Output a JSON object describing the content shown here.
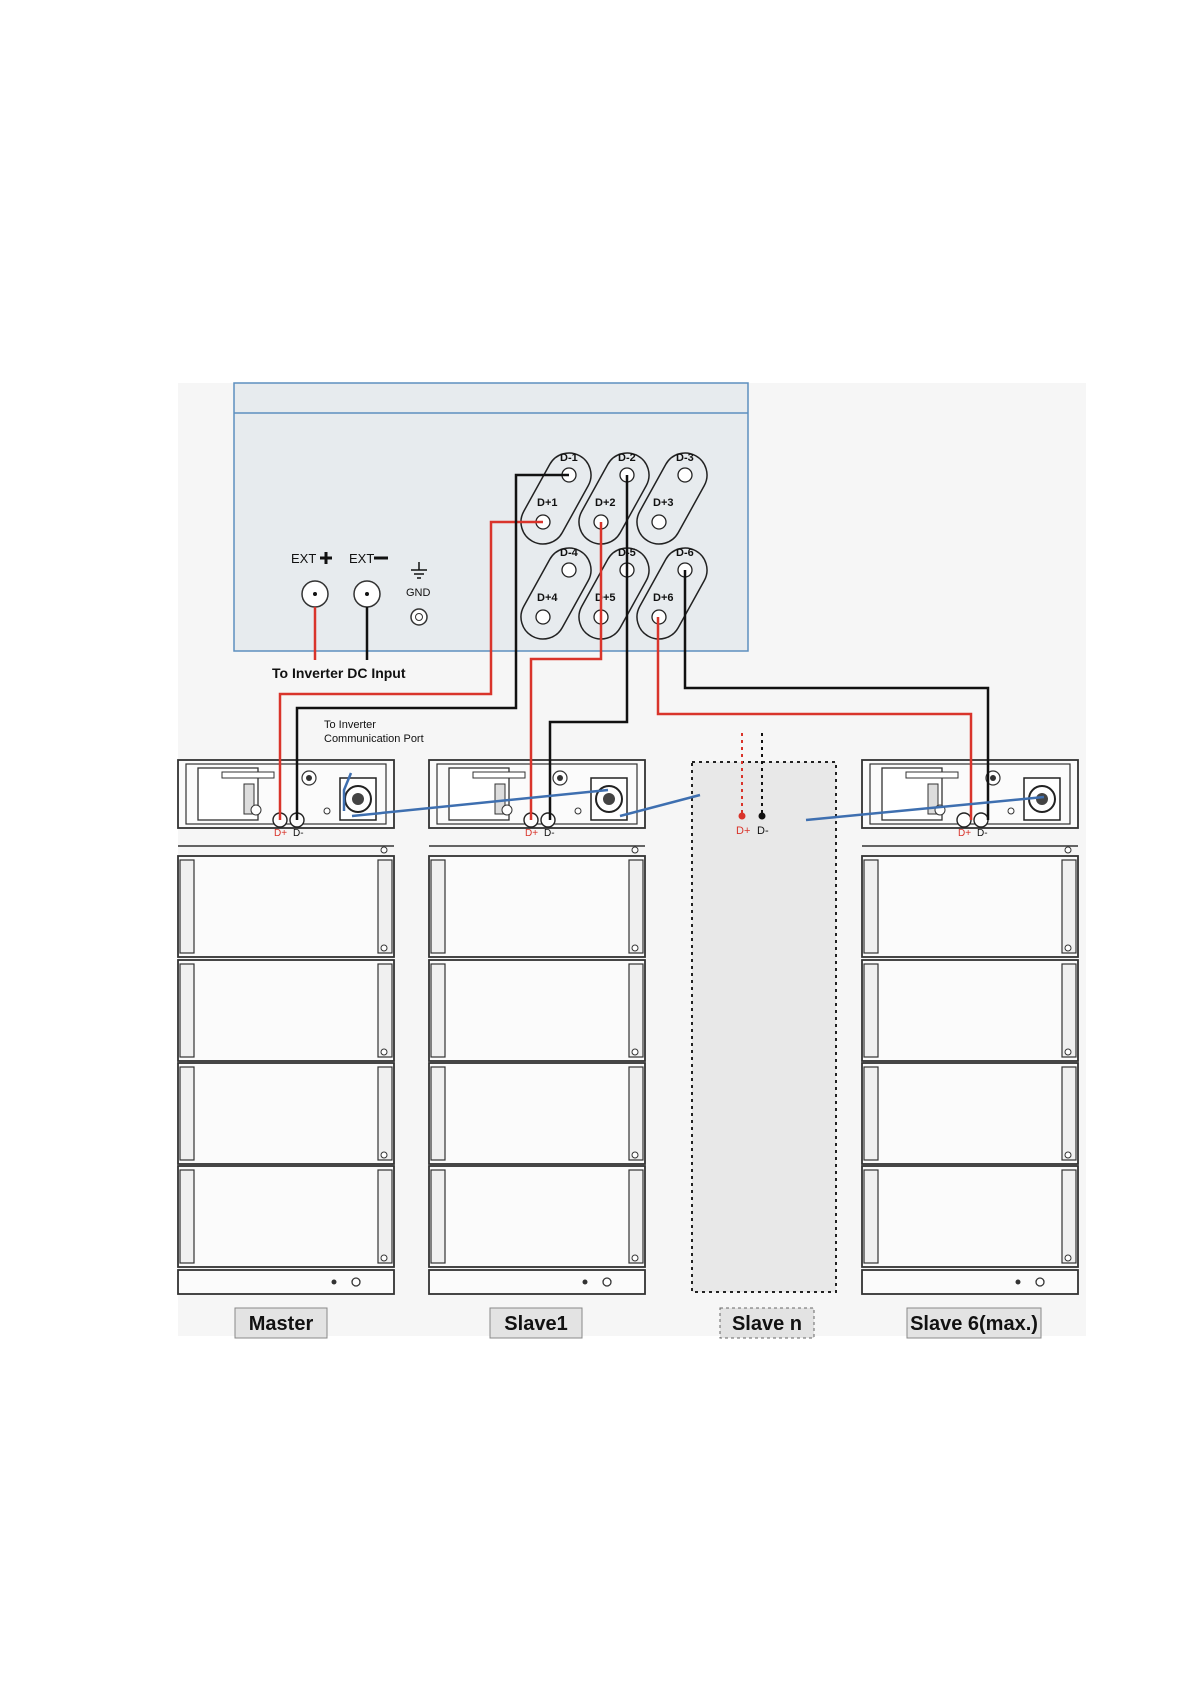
{
  "combiner": {
    "ext_plus": "EXT",
    "ext_minus": "EXT",
    "gnd": "GND",
    "ports": [
      {
        "top": "D-1",
        "bottom": "D+1"
      },
      {
        "top": "D-2",
        "bottom": "D+2"
      },
      {
        "top": "D-3",
        "bottom": "D+3"
      },
      {
        "top": "D-4",
        "bottom": "D+4"
      },
      {
        "top": "D-5",
        "bottom": "D+5"
      },
      {
        "top": "D-6",
        "bottom": "D+6"
      }
    ]
  },
  "annotations": {
    "to_inverter_dc": "To Inverter DC Input",
    "to_inverter_comm_line1": "To Inverter",
    "to_inverter_comm_line2": "Communication Port",
    "terminal_plus": "D+",
    "terminal_minus": "D-"
  },
  "units": [
    {
      "label": "Master"
    },
    {
      "label": "Slave1"
    },
    {
      "label": "Slave n"
    },
    {
      "label": "Slave 6(max.)"
    }
  ],
  "colors": {
    "positive_wire": "#d9342b",
    "negative_wire": "#111111",
    "comm_wire": "#3e6fb0",
    "combiner_fill": "#e7ebee",
    "combiner_border": "#5d8fbf",
    "slot_fill": "#e8e8e8"
  }
}
